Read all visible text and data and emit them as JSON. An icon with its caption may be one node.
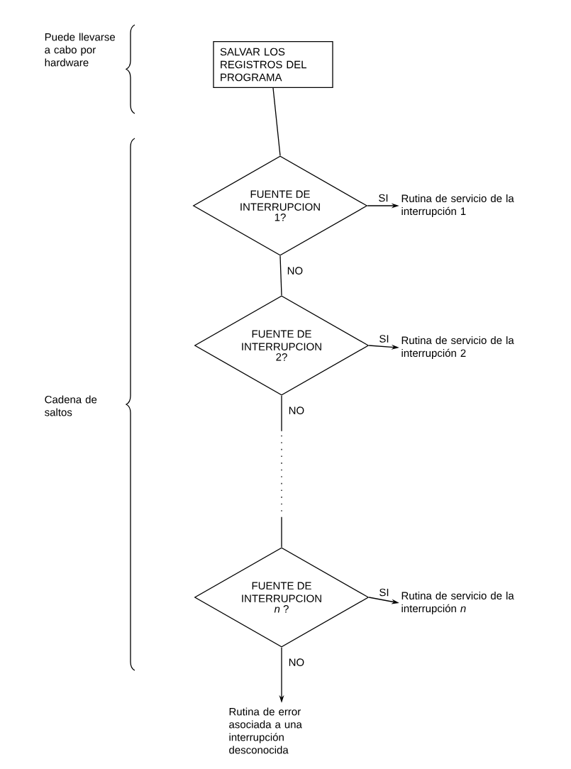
{
  "diagram": {
    "nodes": [
      {
        "text": [
          "SALVAR LOS REGISTROS DEL PROGRAMA"
        ]
      },
      {
        "text": [
          "FUENTE DE INTERRUPCION",
          "1?"
        ]
      },
      {
        "text": [
          "Rutina de servicio de la interrupción 1"
        ]
      },
      {
        "text": [
          "FUENTE DE INTERRUPCION",
          "2?"
        ]
      },
      {
        "text": [
          "Rutina de servicio de la interrupción 2"
        ]
      },
      {
        "text": [
          "FUENTE DE INTERRUPCION",
          "*n* ?"
        ]
      },
      {
        "text": [
          "Rutina de servicio de la interrupción *n*"
        ]
      },
      {
        "text": [
          "Rutina de error asociada a una interrupción desconocida"
        ]
      }
    ],
    "edges": [
      {
        "from": 0,
        "to": 1,
        "arrow": "none"
      },
      {
        "from": 1,
        "to": 2,
        "arrow": "to",
        "label": "SI"
      },
      {
        "from": 1,
        "to": 3,
        "arrow": "none",
        "label": "NO"
      },
      {
        "from": 3,
        "to": 4,
        "arrow": "to",
        "label": "SI"
      },
      {
        "from": 3,
        "to": 5,
        "arrow": "none",
        "label": "NO",
        "style": "dashed"
      },
      {
        "from": 5,
        "to": 6,
        "arrow": "to",
        "label": "SI"
      },
      {
        "from": 5,
        "to": 7,
        "arrow": "to",
        "label": "NO"
      }
    ],
    "labels": [
      "Puede llevarse a cabo por hardware",
      "Cadena de saltos"
    ]
  }
}
